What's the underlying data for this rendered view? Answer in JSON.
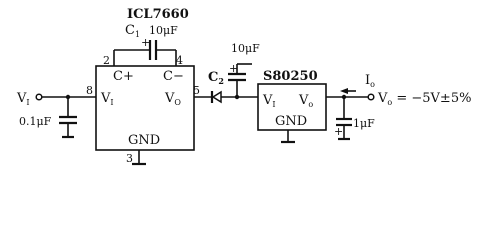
{
  "ic1": {
    "part": "ICL7660",
    "pin_cplus": "2",
    "pin_cminus": "4",
    "pin_vin": "8",
    "pin_vout": "5",
    "pin_gnd": "3",
    "label_cplus": "C+",
    "label_cminus": "C−",
    "label_vin": "V",
    "label_vin_sub": "I",
    "label_vout": "V",
    "label_vout_sub": "O",
    "label_gnd": "GND"
  },
  "c1": {
    "name": "C",
    "sub": "1",
    "polarity": "+",
    "value": "10μF"
  },
  "c2": {
    "name": "C",
    "sub": "2",
    "polarity": "+",
    "value": "10μF"
  },
  "input_cap": {
    "value": "0.1μF"
  },
  "output_cap": {
    "value": "1μF",
    "polarity": "+"
  },
  "ic2": {
    "part": "S80250",
    "label_vin": "V",
    "label_vin_sub": "I",
    "label_vout": "V",
    "label_vout_sub": "o",
    "label_gnd": "GND"
  },
  "input": {
    "name": "V",
    "sub": "I"
  },
  "output": {
    "name": "V",
    "sub": "o",
    "value": " = −5V±5%"
  },
  "current": {
    "name": "I",
    "sub": "o"
  }
}
